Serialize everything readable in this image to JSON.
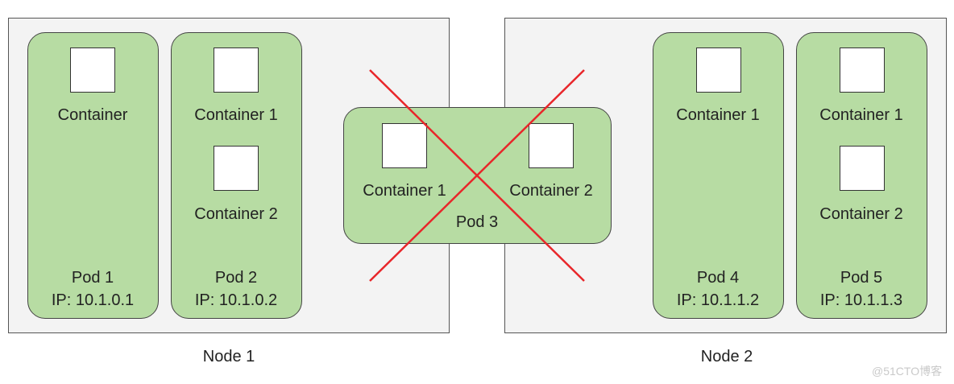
{
  "nodes": {
    "node1": {
      "label": "Node 1"
    },
    "node2": {
      "label": "Node 2"
    }
  },
  "pods": {
    "pod1": {
      "name": "Pod 1",
      "ip": "IP: 10.1.0.1",
      "containers": [
        "Container"
      ]
    },
    "pod2": {
      "name": "Pod 2",
      "ip": "IP: 10.1.0.2",
      "containers": [
        "Container 1",
        "Container 2"
      ]
    },
    "pod3": {
      "name": "Pod 3",
      "containers": [
        "Container 1",
        "Container 2"
      ],
      "removed": true
    },
    "pod4": {
      "name": "Pod 4",
      "ip": "IP: 10.1.1.2",
      "containers": [
        "Container 1"
      ]
    },
    "pod5": {
      "name": "Pod 5",
      "ip": "IP: 10.1.1.3",
      "containers": [
        "Container 1",
        "Container 2"
      ]
    }
  },
  "watermark": "@51CTO博客",
  "colors": {
    "pod_fill": "#b7dca3",
    "node_fill": "#f3f3f3",
    "cross": "#e8262a"
  }
}
